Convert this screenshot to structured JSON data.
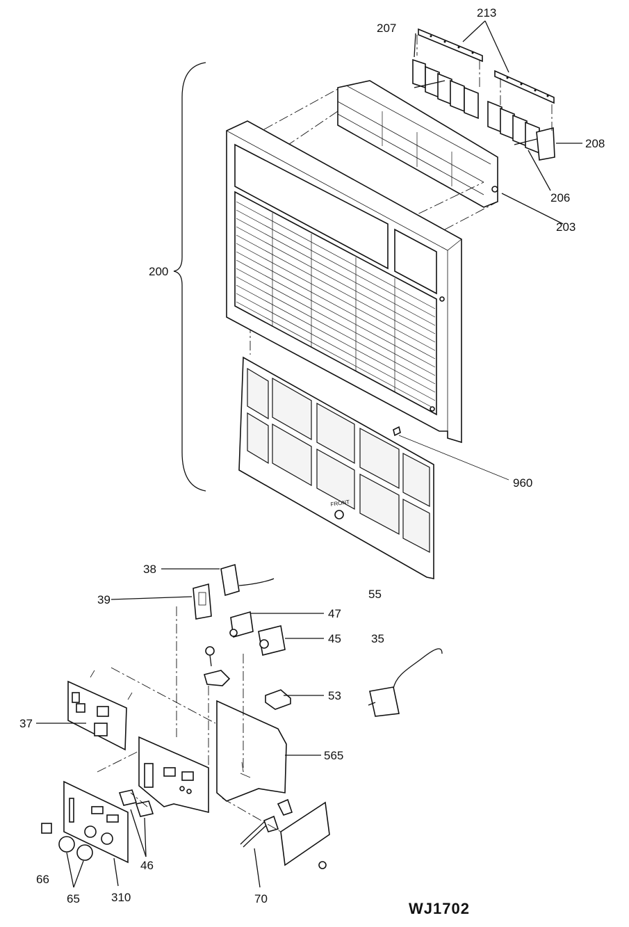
{
  "diagram": {
    "drawing_code": "WJ1702",
    "front_marking": "FRONT",
    "callouts": [
      {
        "id": "c207",
        "text": "207"
      },
      {
        "id": "c213",
        "text": "213"
      },
      {
        "id": "c208",
        "text": "208"
      },
      {
        "id": "c206",
        "text": "206"
      },
      {
        "id": "c203",
        "text": "203"
      },
      {
        "id": "c200",
        "text": "200"
      },
      {
        "id": "c960",
        "text": "960"
      },
      {
        "id": "c55",
        "text": "55"
      },
      {
        "id": "c38",
        "text": "38"
      },
      {
        "id": "c39",
        "text": "39"
      },
      {
        "id": "c47",
        "text": "47"
      },
      {
        "id": "c45",
        "text": "45"
      },
      {
        "id": "c35",
        "text": "35"
      },
      {
        "id": "c53",
        "text": "53"
      },
      {
        "id": "c37",
        "text": "37"
      },
      {
        "id": "c565",
        "text": "565"
      },
      {
        "id": "c46",
        "text": "46"
      },
      {
        "id": "c66",
        "text": "66"
      },
      {
        "id": "c65",
        "text": "65"
      },
      {
        "id": "c310",
        "text": "310"
      },
      {
        "id": "c70",
        "text": "70"
      }
    ]
  }
}
